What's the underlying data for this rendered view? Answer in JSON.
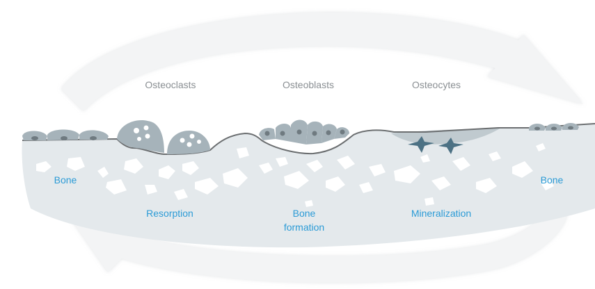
{
  "cell_labels": {
    "osteoclasts": "Osteoclasts",
    "osteoblasts": "Osteoblasts",
    "osteocytes": "Osteocytes"
  },
  "stage_labels": {
    "bone_left": "Bone",
    "resorption": "Resorption",
    "bone_formation_line1": "Bone",
    "bone_formation_line2": "formation",
    "mineralization": "Mineralization",
    "bone_right": "Bone"
  },
  "colors": {
    "bone_fill": "#e4e9ec",
    "cell_fill": "#a6b3ba",
    "nucleus": "#6f7a80",
    "osteocyte": "#4c7184",
    "outline": "#6b6e70",
    "arrow_fill": "#f3f4f5",
    "label_gray": "#8a8f93",
    "label_blue": "#2b9bd6"
  }
}
